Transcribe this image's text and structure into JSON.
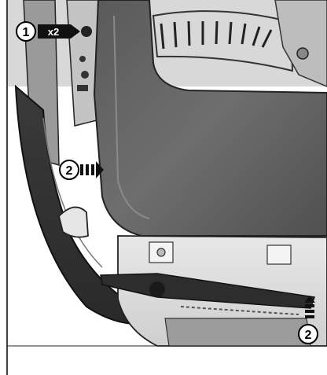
{
  "callouts": [
    {
      "number": "1",
      "badge": "x2"
    },
    {
      "number": "2"
    },
    {
      "number": "2"
    }
  ]
}
